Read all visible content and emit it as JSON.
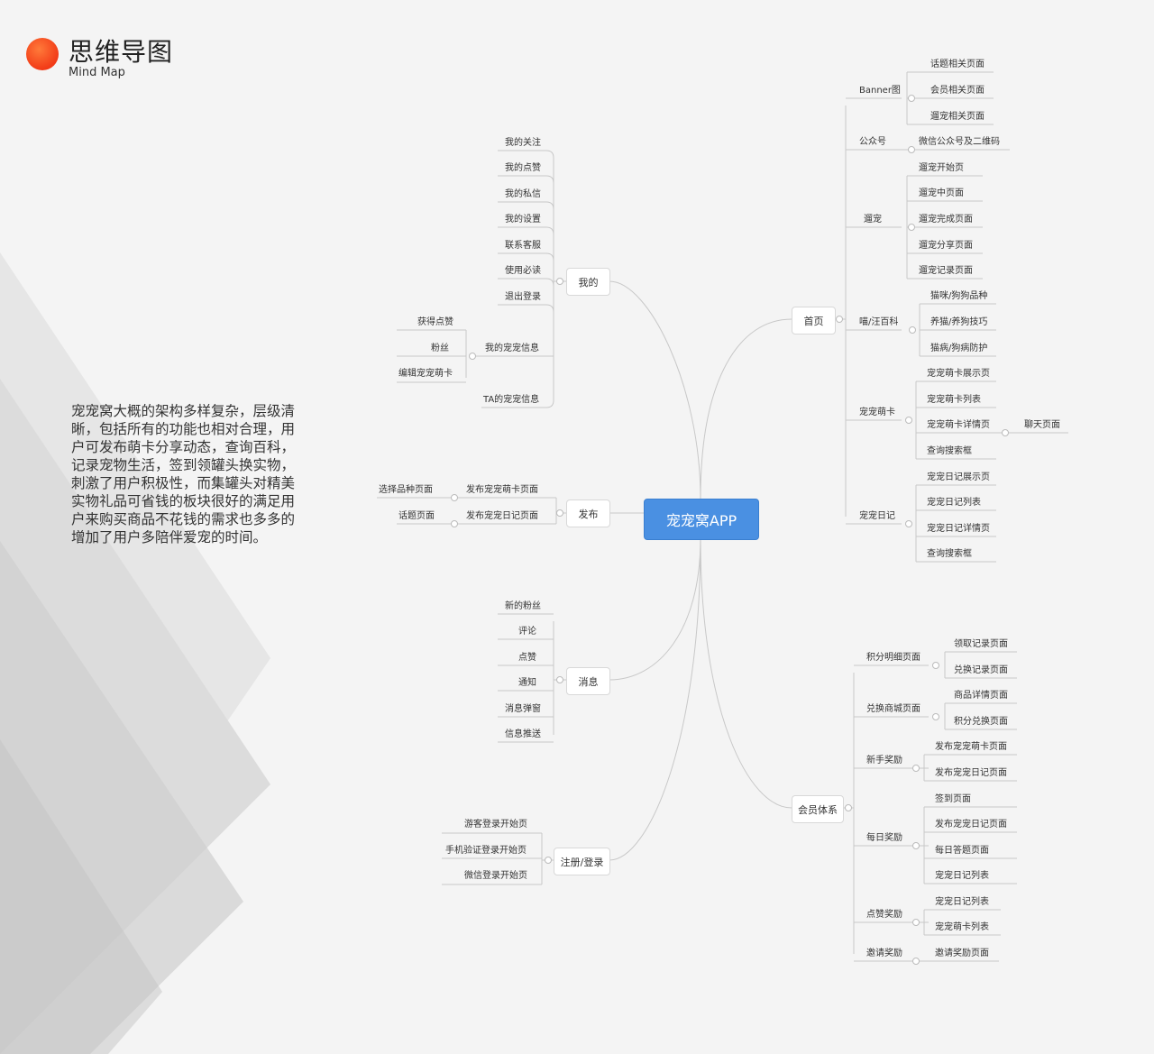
{
  "header": {
    "title": "思维导图",
    "subtitle": "Mind Map"
  },
  "description": "宠宠窝大概的架构多样复杂，层级清晰，包括所有的功能也相对合理，用户可发布萌卡分享动态，查询百科，记录宠物生活，签到领罐头换实物，刺激了用户积极性，而集罐头对精美实物礼品可省钱的板块很好的满足用户来购买商品不花钱的需求也多多的增加了用户多陪伴爱宠的时间。",
  "root": "宠宠窝APP",
  "left": {
    "wode": {
      "label": "我的",
      "items": [
        "我的关注",
        "我的点赞",
        "我的私信",
        "我的设置",
        "联系客服",
        "使用必读",
        "退出登录"
      ],
      "info": {
        "label": "我的宠宠信息",
        "children": [
          "获得点赞",
          "粉丝",
          "编辑宠宠萌卡"
        ]
      },
      "ta": "TA的宠宠信息"
    },
    "fabu": {
      "label": "发布",
      "items": [
        {
          "label": "发布宠宠萌卡页面",
          "child": "选择品种页面"
        },
        {
          "label": "发布宠宠日记页面",
          "child": "话题页面"
        }
      ]
    },
    "xiaoxi": {
      "label": "消息",
      "items": [
        "新的粉丝",
        "评论",
        "点赞",
        "通知",
        "消息弹窗",
        "信息推送"
      ]
    },
    "zhuce": {
      "label": "注册/登录",
      "items": [
        "游客登录开始页",
        "手机验证登录开始页",
        "微信登录开始页"
      ]
    }
  },
  "right": {
    "shouye": {
      "label": "首页",
      "groups": [
        {
          "label": "Banner图",
          "children": [
            "话题相关页面",
            "会员相关页面",
            "遛宠相关页面"
          ]
        },
        {
          "label": "公众号",
          "children": [
            "微信公众号及二维码"
          ]
        },
        {
          "label": "遛宠",
          "children": [
            "遛宠开始页",
            "遛宠中页面",
            "遛宠完成页面",
            "遛宠分享页面",
            "遛宠记录页面"
          ]
        },
        {
          "label": "喵/汪百科",
          "children": [
            "猫咪/狗狗品种",
            "养猫/养狗技巧",
            "猫病/狗病防护"
          ]
        },
        {
          "label": "宠宠萌卡",
          "children": [
            "宠宠萌卡展示页",
            "宠宠萌卡列表",
            "宠宠萌卡详情页",
            "查询搜索框"
          ],
          "extra": "聊天页面"
        },
        {
          "label": "宠宠日记",
          "children": [
            "宠宠日记展示页",
            "宠宠日记列表",
            "宠宠日记详情页",
            "查询搜索框"
          ]
        }
      ]
    },
    "huiyuan": {
      "label": "会员体系",
      "groups": [
        {
          "label": "积分明细页面",
          "children": [
            "领取记录页面",
            "兑换记录页面"
          ]
        },
        {
          "label": "兑换商城页面",
          "children": [
            "商品详情页面",
            "积分兑换页面"
          ]
        },
        {
          "label": "新手奖励",
          "children": [
            "发布宠宠萌卡页面",
            "发布宠宠日记页面"
          ]
        },
        {
          "label": "每日奖励",
          "children": [
            "签到页面",
            "发布宠宠日记页面",
            "每日答题页面",
            "宠宠日记列表"
          ]
        },
        {
          "label": "点赞奖励",
          "children": [
            "宠宠日记列表",
            "宠宠萌卡列表"
          ]
        },
        {
          "label": "邀请奖励",
          "children": [
            "邀请奖励页面"
          ]
        }
      ]
    }
  }
}
